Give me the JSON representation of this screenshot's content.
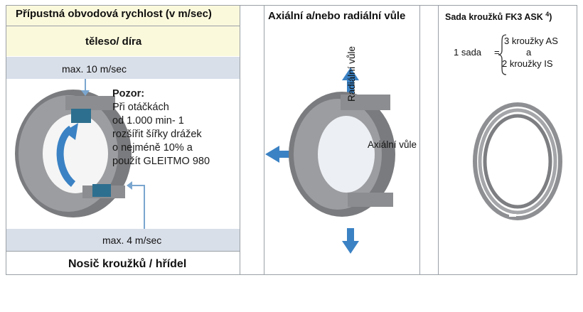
{
  "col1": {
    "title": "Přípustná obvodová rychlost (v m/sec)",
    "subtitle": "těleso/ díra",
    "speed_top": "max. 10 m/sec",
    "speed_bottom": "max. 4 m/sec",
    "footer": "Nosič kroužků / hřídel",
    "note": {
      "heading": "Pozor:",
      "lines": [
        "Při otáčkách",
        "od 1.000 min- 1",
        "rozšířit šířky drážek",
        "o nejméně 10% a",
        "použít GLEITMO 980"
      ]
    }
  },
  "col2": {
    "title": "Axiální a/nebo radiální vůle",
    "radial_label": "Radiální vůle",
    "axial_label": "Axiální vůle"
  },
  "col3": {
    "title": "Sada kroužků FK3 ASK ",
    "title_sup": "4",
    "title_end": ")",
    "set_label": "1 sada",
    "eq": "=",
    "option_a": "3 kroužky AS",
    "option_conj": "a",
    "option_b": "2 kroužky IS"
  },
  "colors": {
    "band": "#d9dfe9",
    "accent_blue": "#3b82c4",
    "ring_grey": "#6d6e71",
    "title_band": "#fbf9dc"
  }
}
